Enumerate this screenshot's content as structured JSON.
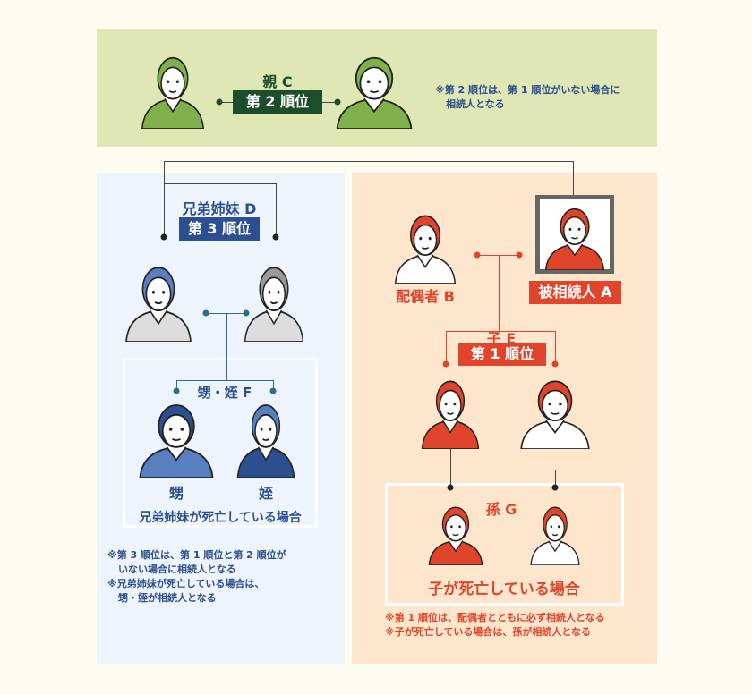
{
  "colors": {
    "green": "#1e4d2b",
    "blue": "#2c4f8f",
    "red": "#e0452b",
    "top_bg": "#dfe8b4",
    "left_bg": "#eef4fb",
    "right_bg": "#fde6cc"
  },
  "parent": {
    "label": "親 C",
    "rank": "第 2 順位",
    "note_lines": [
      "※第 2 順位は、第 1 順位がいない場合に",
      "相続人となる"
    ]
  },
  "siblings": {
    "label": "兄弟姉妹 D",
    "rank": "第 3 順位",
    "nephew_niece": {
      "label": "甥・姪 F",
      "nephew": "甥",
      "niece": "姪",
      "condition": "兄弟姉妹が死亡している場合"
    },
    "note_lines": [
      "※第 3 順位は、第 1 順位と第 2 順位が",
      "いない場合に相続人となる",
      "※兄弟姉妹が死亡している場合は、",
      "甥・姪が相続人となる"
    ]
  },
  "spouse": {
    "label": "配偶者 B"
  },
  "deceased": {
    "label": "被相続人 A"
  },
  "children": {
    "label": "子 E",
    "rank": "第 1 順位",
    "grandchildren": {
      "label": "孫 G",
      "condition": "子が死亡している場合"
    },
    "note_lines": [
      "※第 1 順位は、配偶者とともに必ず相続人となる",
      "※子が死亡している場合は、孫が相続人となる"
    ]
  }
}
